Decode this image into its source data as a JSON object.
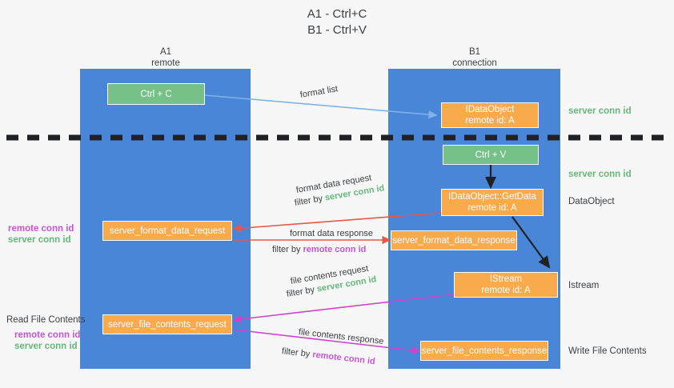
{
  "title": {
    "line1": "A1 - Ctrl+C",
    "line2": "B1 - Ctrl+V"
  },
  "columns": [
    {
      "name": "A1",
      "sub": "remote"
    },
    {
      "name": "B1",
      "sub": "connection"
    }
  ],
  "nodes": {
    "ctrl_c": {
      "line1": "Ctrl + C"
    },
    "ctrl_v": {
      "line1": "Ctrl + V"
    },
    "idataobject": {
      "line1": "IDataObject",
      "line2": "remote id: A"
    },
    "getdata": {
      "line1": "IDataObject::GetData",
      "line2": "remote id: A"
    },
    "istream": {
      "line1": "IStream",
      "line2": "remote id: A"
    },
    "server_format_data_request": {
      "line1": "server_format_data_request"
    },
    "server_format_data_response": {
      "line1": "server_format_data_response"
    },
    "server_file_contents_request": {
      "line1": "server_file_contents_request"
    },
    "server_file_contents_response": {
      "line1": "server_file_contents_response"
    }
  },
  "captions": {
    "format_list": "format list",
    "format_data_request": "format data request",
    "format_data_response": "format data response",
    "file_contents_request": "file contents request",
    "file_contents_response": "file contents response",
    "filter_by": "filter by",
    "server_conn_id": "server conn id",
    "remote_conn_id": "remote conn id"
  },
  "side_labels": {
    "server_conn_id_top": "server conn id",
    "server_conn_id_mid": "server conn id",
    "data_object": "DataObject",
    "istream": "Istream",
    "write_file_contents": "Write File Contents",
    "read_file_contents": "Read File Contents",
    "remote_conn_id": "remote conn id",
    "server_conn_id": "server conn id"
  },
  "colors": {
    "lane": "#4a86d8",
    "green_node": "#76c187",
    "orange_node": "#f9aa4b",
    "green_text": "#64b97a",
    "purple_text": "#c455d6",
    "blue_arrow": "#7fb3e8",
    "red_arrow": "#e8574a",
    "magenta_arrow": "#cc44cc",
    "black_arrow": "#202124",
    "background": "#f7f7f7"
  }
}
